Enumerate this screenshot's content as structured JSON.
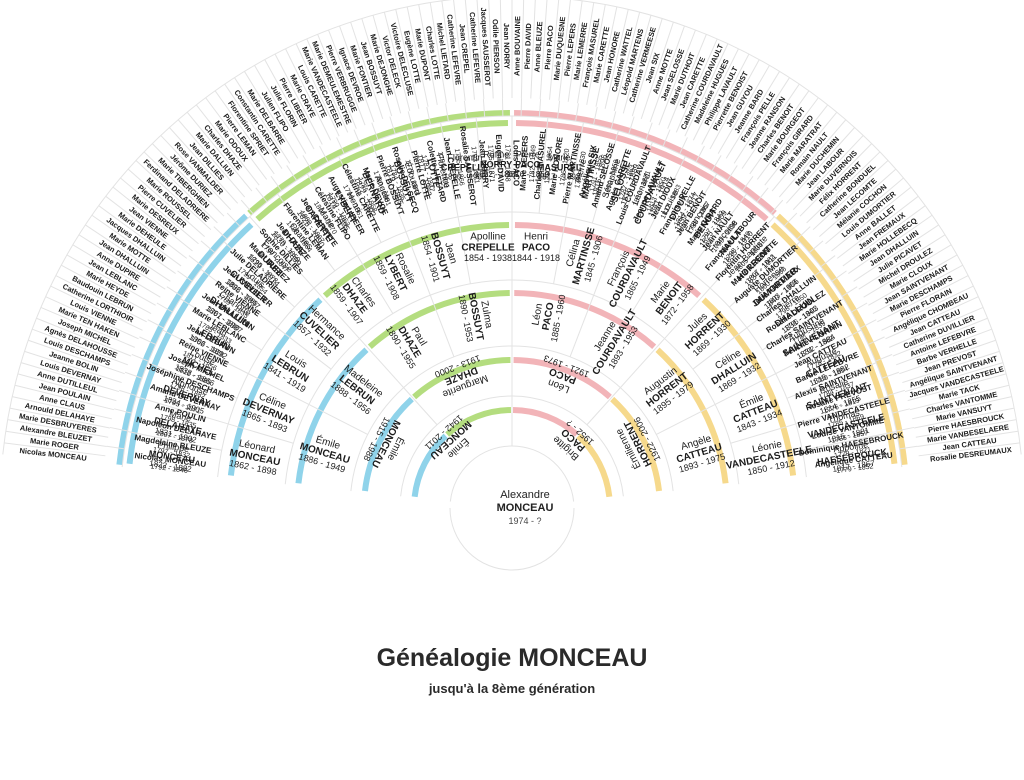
{
  "title": "Généalogie MONCEAU",
  "subtitle": "jusqu'à la 8ème génération",
  "colors": {
    "blue": "#8fd3ea",
    "green": "#b4dd7f",
    "pink": "#f2b4b8",
    "yellow": "#f6d98c",
    "divider": "#e3e3e3",
    "text": "#1c1c1c"
  },
  "root": {
    "given": "Alexandre",
    "surname": "MONCEAU",
    "dates": "1974 - ?"
  },
  "generations": [
    [
      {
        "given": "Émile",
        "surname": "MONCEAU",
        "dates": "1942 - 2011"
      },
      {
        "given": "Brigitte",
        "surname": "PACO",
        "dates": "1952 - ?"
      }
    ],
    [
      {
        "given": "Émile",
        "surname": "MONCEAU",
        "dates": "1915 - 1988"
      },
      {
        "given": "Marguerite",
        "surname": "DHAZE",
        "dates": "1913 - 2000"
      },
      {
        "given": "Léon",
        "surname": "PACO",
        "dates": "1921 - 1973"
      },
      {
        "given": "Émilienne",
        "surname": "HORRENT",
        "dates": "1922 - 2006"
      }
    ],
    [
      {
        "given": "Émile",
        "surname": "MONCEAU",
        "dates": "1886 - 1949"
      },
      {
        "given": "Madeleine",
        "surname": "LEBRUN",
        "dates": "1888 - 1956"
      },
      {
        "given": "Paul",
        "surname": "DHAZE",
        "dates": "1890 - 1955"
      },
      {
        "given": "Zulma",
        "surname": "BOSSUYT",
        "dates": "1890 - 1953"
      },
      {
        "given": "Léon",
        "surname": "PACO",
        "dates": "1885 - 1960"
      },
      {
        "given": "Jeanne",
        "surname": "COURDAVAULT",
        "dates": "1893 - 1953"
      },
      {
        "given": "Augustin",
        "surname": "HORRENT",
        "dates": "1895 - 1979"
      },
      {
        "given": "Angèle",
        "surname": "CATTEAU",
        "dates": "1893 - 1975"
      }
    ],
    [
      {
        "given": "Léonard",
        "surname": "MONCEAU",
        "dates": "1862 - 1898"
      },
      {
        "given": "Céline",
        "surname": "DEVERNAY",
        "dates": "1865 - 1893"
      },
      {
        "given": "Louis",
        "surname": "LEBRUN",
        "dates": "1841 - 1919"
      },
      {
        "given": "Hermance",
        "surname": "CUVELIER",
        "dates": "1857 - 1932"
      },
      {
        "given": "Charles",
        "surname": "DHAZE",
        "dates": "1859 - 1907"
      },
      {
        "given": "Rosalie",
        "surname": "LYBERT",
        "dates": "1859 - 1908"
      },
      {
        "given": "Jean",
        "surname": "BOSSUYT",
        "dates": "1854 - 1901"
      },
      {
        "given": "Apolline",
        "surname": "CREPELLE",
        "dates": "1854 - 1938"
      },
      {
        "given": "Henri",
        "surname": "PACO",
        "dates": "1844 - 1918"
      },
      {
        "given": "Célina",
        "surname": "MARTINSSE",
        "dates": "1845 - 1906"
      },
      {
        "given": "François",
        "surname": "COURDAVAULT",
        "dates": "1865 - 1949"
      },
      {
        "given": "Marie",
        "surname": "BENOIT",
        "dates": "1872 - 1958"
      },
      {
        "given": "Jules",
        "surname": "HORRENT",
        "dates": "1869 - 1930"
      },
      {
        "given": "Céline",
        "surname": "DHALLUIN",
        "dates": "1869 - 1932"
      },
      {
        "given": "Émile",
        "surname": "CATTEAU",
        "dates": "1843 - 1934"
      },
      {
        "given": "Léonie",
        "surname": "VANDECASTEELE",
        "dates": "1850 - 1912"
      }
    ],
    [
      {
        "given": "Philippe",
        "surname": "MONCEAU",
        "dates": "1822 - 1882"
      },
      {
        "given": "Marie",
        "surname": "DELAHAYE",
        "dates": "1831 - 1902"
      },
      {
        "given": "Alphonse",
        "surname": "DEVERNAY",
        "dates": "1834 - 1905"
      },
      {
        "given": "Louise",
        "surname": "MICHEL",
        "dates": "1838 - 1866"
      },
      {
        "given": "Jean",
        "surname": "LEBRUN",
        "dates": "1806 - 1892"
      },
      {
        "given": "Charlotte",
        "surname": "DHALLUIN",
        "dates": "1801 - 1887"
      },
      {
        "given": "Louis",
        "surname": "CUVELIER",
        "dates": "1835 - 1897"
      },
      {
        "given": "Françoise",
        "surname": "DUREZ",
        "dates": "1829 - 1914"
      },
      {
        "given": "Charles",
        "surname": "DHAZE",
        "dates": "1830 - 1899"
      },
      {
        "given": "Marie",
        "surname": "CARETTE",
        "dates": "1826 - 1890"
      },
      {
        "given": "Henri",
        "surname": "LYBERT",
        "dates": "1814 - 1895"
      },
      {
        "given": "Angèle",
        "surname": "BERNARD",
        "dates": "1822 - 1902"
      },
      {
        "given": "Édouard",
        "surname": "BOSSUYT",
        "dates": "1819 - 1895"
      },
      {
        "given": "Florence",
        "surname": "LOTTE",
        "dates": "1817 - 1863"
      },
      {
        "given": "Florentin",
        "surname": "CREPELLE",
        "dates": "1820 - 1900"
      },
      {
        "given": "Rufine",
        "surname": "NORRY",
        "dates": "1822 - 1865"
      },
      {
        "given": "Pierre",
        "surname": "PACO",
        "dates": "1816 - 1869"
      },
      {
        "given": "Marie",
        "surname": "MASUREL",
        "dates": "1817 - 1893"
      },
      {
        "given": "Pierre",
        "surname": "MARTINSSE",
        "dates": "1815 - 1896"
      },
      {
        "given": "Séraphine",
        "surname": "SELOSSE",
        "dates": "1816 - 1889"
      },
      {
        "given": "Léonard",
        "surname": "COURDAVAULT",
        "dates": "1841 - 1914"
      },
      {
        "given": "Louise",
        "surname": "DIOUX",
        "dates": "1839 - 1917"
      },
      {
        "given": "François",
        "surname": "BENOIT",
        "dates": "1825 - 1909"
      },
      {
        "given": "Françoise",
        "surname": "NAULT",
        "dates": "1835 - 1910"
      },
      {
        "given": "Jean-Baptiste",
        "surname": "HORRENT",
        "dates": "1834 - 1911"
      },
      {
        "given": "Hortense",
        "surname": "DUMORTIER",
        "dates": "1840 - 1906"
      },
      {
        "given": "Pierre",
        "surname": "DHALLUIN",
        "dates": "1831 - 1903"
      },
      {
        "given": "Augustine",
        "surname": "SAINTVENANT",
        "dates": "1831 - 1884"
      },
      {
        "given": "Auguste",
        "surname": "CATTEAU",
        "dates": "1815 - 1882"
      },
      {
        "given": "Rosalie",
        "surname": "SAINTVENANT",
        "dates": "1814 - 1855"
      },
      {
        "given": "Thomas",
        "surname": "VANDECASTEELE",
        "dates": "1815 - 1881"
      },
      {
        "given": "Appoline",
        "surname": "HAESEBROUCK",
        "dates": "1817 - 1867"
      }
    ],
    [
      {
        "name": "Nicolas MONCEAU",
        "dates": "1792 - 1846"
      },
      {
        "name": "Magdelaine BLEUZE",
        "dates": "1797 - 1832"
      },
      {
        "name": "Napoléon DELAHAYE",
        "dates": "1807 - 1878"
      },
      {
        "name": "Anne POULIN",
        "dates": "1798 - 1835"
      },
      {
        "name": "Amand DEVERNAY",
        "dates": "1793 - 1871"
      },
      {
        "name": "Joséphine DESCHAMPS",
        "dates": "1798 - 1882"
      },
      {
        "name": "Joseph MICHEL",
        "dates": "1812 - 1885"
      },
      {
        "name": "Reine VIENNE",
        "dates": "1811 - 1856"
      },
      {
        "name": "Jean LEBRUN",
        "dates": "1752 - 1828"
      },
      {
        "name": "Marie LEBLANC",
        "dates": "1763 - 1833"
      },
      {
        "name": "Jean DHALLUIN",
        "dates": "1767 - 1830"
      },
      {
        "name": "Reine VIENNE",
        "dates": "1769 - 1835"
      },
      {
        "name": "Jean CUVELIER",
        "dates": "1802 - 1865"
      },
      {
        "name": "Julie DELADRIERE",
        "dates": "1799 - 1854"
      },
      {
        "name": "Marat DURIEZ",
        "dates": "1795 - 1873"
      },
      {
        "name": "Sophie DILLIES",
        "dates": "1797 - 1847"
      },
      {
        "name": "Jean DHAZE",
        "dates": "1779 - 1850"
      },
      {
        "name": "Florentine LEMAN",
        "dates": "1788 - 1864"
      },
      {
        "name": "Jean CARETTE",
        "dates": "1800 - 1867"
      },
      {
        "name": "Célestine FLIPO",
        "dates": "1805 - 1870"
      },
      {
        "name": "Augustin LIBEER",
        "dates": "1790 - 1853"
      },
      {
        "name": "Célestine CARETTE",
        "dates": "1790 - 1861"
      },
      {
        "name": "Marie DEVOE",
        "dates": "1785 - 1858"
      },
      {
        "name": "Pierre BOSSUYT",
        "dates": "1780 - 1861"
      },
      {
        "name": "Rosalie DELSECQ",
        "dates": "1784 - 1835"
      },
      {
        "name": "Pierre LOTTE",
        "dates": "1777 - 1844"
      },
      {
        "name": "Colette LIETARD",
        "dates": "1781 - 1847"
      },
      {
        "name": "Jean CREPELLE",
        "dates": "1787 - 1841"
      },
      {
        "name": "Rosalie SAUSSEROT",
        "dates": "1795 - 1866"
      },
      {
        "name": "Jean NORRY",
        "dates": "1793 - 1871"
      },
      {
        "name": "Eugénie DAVID",
        "dates": "1795 - 1871"
      },
      {
        "name": "Louis PACO",
        "dates": "1781 - 1858"
      },
      {
        "name": "Marie LEPERS",
        "dates": "1782 - 1849"
      },
      {
        "name": "Charles MASUREL",
        "dates": "1780 - 1864"
      },
      {
        "name": "Marie HONORE",
        "dates": "1786 - 1820"
      },
      {
        "name": "Pierre MARTINSSE",
        "dates": "1789 - 1830"
      },
      {
        "name": "Angélique SIX",
        "dates": "1791 - 1855"
      },
      {
        "name": "Amand SELOSSE",
        "dates": "1790 - 1859"
      },
      {
        "name": "Agnès CARETTE",
        "dates": "1787 - 1863"
      },
      {
        "name": "Louis COURDAVAULT",
        "dates": "1812 - 1871"
      },
      {
        "name": "Jeanne LAVAULT",
        "dates": "1813 - 1850"
      },
      {
        "name": "Jean DIOUX",
        "dates": "1812 - 1883"
      },
      {
        "name": "Françoise PELLE",
        "dates": "1814 - 1874"
      },
      {
        "name": "Jean BENOIT",
        "dates": "1785 - 1867"
      },
      {
        "name": "Marie GIRARD",
        "dates": "1797 - 1843"
      },
      {
        "name": "Jean NAULT",
        "dates": "1799 - 1838"
      },
      {
        "name": "Françoise LABOUR",
        "dates": "1798 - 1849"
      },
      {
        "name": "Florentin HORRENT",
        "dates": "1805 - 1836"
      },
      {
        "name": "Marie LECOMTE",
        "dates": "1807 - 1862"
      },
      {
        "name": "Auguste DUMORTIER",
        "dates": "1800 - 1868"
      },
      {
        "name": "Julie FREMAUX",
        "dates": "1803 - 1853"
      },
      {
        "name": "Charles DHALLUIN",
        "dates": "1798 - 1850"
      },
      {
        "name": "Rosalie DROULEZ",
        "dates": "1796 - 1846"
      },
      {
        "name": "Charles SAINTVENANT",
        "dates": "1787 - 1839"
      },
      {
        "name": "Félicité FLORAIN",
        "dates": "1792 - 1862"
      },
      {
        "name": "Jean CATTEAU",
        "dates": "1778 - 1832"
      },
      {
        "name": "Barbe LEFEBVRE",
        "dates": "1780 - 1854"
      },
      {
        "name": "Alexis SAINTVENANT",
        "dates": "1784 - 1837"
      },
      {
        "name": "Rosalie PREVOST",
        "dates": "1776 - 1819"
      },
      {
        "name": "Pierre VANDECASTEELE",
        "dates": "1785 - 1869"
      },
      {
        "name": "Louise VANTOMME",
        "dates": "1785 - 1857"
      },
      {
        "name": "Dominique HAESEBROUCK",
        "dates": "1779 - 1821"
      },
      {
        "name": "Angélique CATTEAU",
        "dates": "1779 - 1852"
      }
    ],
    [
      "Nicolas MONCEAU",
      "Marie ROGER",
      "Alexandre BLEUZET",
      "Marie DESBRUYERES",
      "Arnould DELAHAYE",
      "Anne CLAUS",
      "Jean POULAIN",
      "Anne DUTILLEUL",
      "Louis DEVERNAY",
      "Jeanne BOLIN",
      "Louis DESCHAMPS",
      "Agnès DELAHOUSSE",
      "Joseph MICHEL",
      "Marie TEN HAKEN",
      "Louis VIENNE",
      "Catherine LORTHIOIR",
      "Baudouin LEBRUN",
      "Marie HEYDE",
      "Jean LEBLANC",
      "Anne DUPIRE",
      "Jean DHALLUIN",
      "Marie MOTTE",
      "Jacques DHALLUIN",
      "Marie DEHEULE",
      "Jean VIENNE",
      "Marie DESREUX",
      "Pierre CUVELIER",
      "Marie ROUSSEL",
      "Ferdinand DELADRIERE",
      "Marie TIBERGHIEN",
      "Jérôme DURIEZ",
      "Rose VANMALDER",
      "Jean DILLIES",
      "Marie DALLIUN",
      "Charles DHAZE",
      "Marie ODOUX",
      "Pierre LEMAN",
      "Florentine SPRIET",
      "Constantin CARETTE",
      "Marie DELBARRE",
      "Julien FLIPO",
      "Julie FLORIN",
      "Pierre LIBEER",
      "Marie CRAYE",
      "Louis CARETTE",
      "Marie VANDECASTEELE",
      "Marie DEMEULEMESTRE",
      "Pierre VERBRUGGE",
      "Ignace DEVROE",
      "Marie FONTIER",
      "Jean BOSSUYT",
      "Marie DEJONGHE",
      "Victor DELECK",
      "Victoire DELECLUSE",
      "Eugène LOTTE",
      "Marie DUPONT",
      "Charles LOTTE",
      "Michel LIETARD",
      "Catherine LEFEVRE",
      "Jean CREPEL",
      "Catherine LEFEVRE",
      "Jacques SAUSSEROT",
      "Odile PIERSON",
      "Jean NORRY",
      "Anne BOUVAINE",
      "Pierre DAVID",
      "Anne BLEUZE",
      "Pierre PACO",
      "Marie DUQUESNE",
      "Pierre LEPERS",
      "Marie LEMERRE",
      "François MASUREL",
      "Marie CARETTE",
      "Jean HONORE",
      "Catherine WATTEL",
      "Léopold MARTENS",
      "Catherine VERMEESE",
      "Jean SIX",
      "Anne MOTTE",
      "Jean SELOSSE",
      "Marie DUTHOIT",
      "Jean CARETTE",
      "Catherine COURDAVAULT",
      "Madeleine HUGUES",
      "Philippe LAVAULT",
      "Pierrette BENOIST",
      "Jean GUYOU",
      "Jeanne BARD",
      "François PELLE",
      "Jeanne RANSON",
      "Charles BENOIT",
      "Marie BOURGEOT",
      "François GIRARD",
      "Marie MARATRAT",
      "Romain NAULT",
      "Marie DUCHEMIN",
      "Jean LABOUR",
      "Marie DUVERNOIS",
      "Félix HORRENT",
      "Catherine BONDUEL",
      "Jean LECOMTE",
      "Mélanie COCHON",
      "Louis DUMORTIER",
      "Anne BALLET",
      "Jean FREMAUX",
      "Marie HOLLEBECQ",
      "Jean DHALLUIN",
      "Julie PICAVET",
      "Michel DROULEZ",
      "Marie CLOUX",
      "Jean SAINTVENANT",
      "Marie DESCHAMPS",
      "Pierre FLORAIN",
      "Angélique CHOMBEAU",
      "Jean CATTEAU",
      "Catherine DUVILLIER",
      "Antoine LEFEBVRE",
      "Barbe VERHELLE",
      "Jean PREVOST",
      "Angélique SAINTVENANT",
      "Jacques VANDECASTEELE",
      "Marie TACK",
      "Charles VANTOMME",
      "Marie VANSUYT",
      "Pierre HAESBROUCK",
      "Marie VANBESELAERE",
      "Jean CATTEAU",
      "Rosalie DESREUMAUX"
    ]
  ]
}
